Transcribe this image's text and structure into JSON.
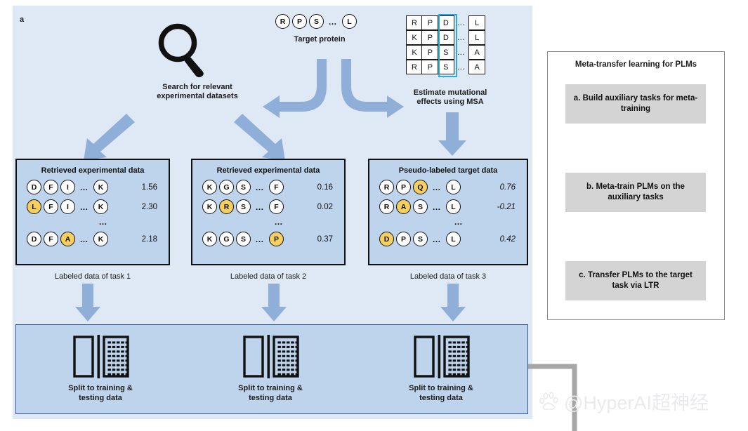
{
  "panel": {
    "letter": "a"
  },
  "search": {
    "icon": "magnifier-icon",
    "caption_line1": "Search for relevant",
    "caption_line2": "experimental datasets"
  },
  "target_protein": {
    "caption": "Target protein",
    "residues": [
      "R",
      "P",
      "S",
      "…",
      "L"
    ]
  },
  "msa": {
    "caption_line1": "Estimate mutational",
    "caption_line2": "effects using MSA",
    "highlight_color": "#29ABE2",
    "rows": [
      [
        "R",
        "P",
        "D",
        "…",
        "L"
      ],
      [
        "K",
        "P",
        "D",
        "…",
        "L"
      ],
      [
        "K",
        "P",
        "S",
        "…",
        "A"
      ],
      [
        "R",
        "P",
        "S",
        "…",
        "A"
      ]
    ],
    "highlight_column_index": 2
  },
  "tasks": [
    {
      "title": "Retrieved experimental data",
      "caption": "Labeled data of task 1",
      "italic_values": false,
      "rows": [
        {
          "residues": [
            "D",
            "F",
            "I",
            "…",
            "K"
          ],
          "highlight": -1,
          "value": "1.56"
        },
        {
          "residues": [
            "L",
            "F",
            "I",
            "…",
            "K"
          ],
          "highlight": 0,
          "value": "2.30"
        },
        {
          "residues": [
            "D",
            "F",
            "A",
            "…",
            "K"
          ],
          "highlight": 2,
          "value": "2.18"
        }
      ],
      "ellipsis": "…"
    },
    {
      "title": "Retrieved experimental data",
      "caption": "Labeled data of task 2",
      "italic_values": false,
      "rows": [
        {
          "residues": [
            "K",
            "G",
            "S",
            "…",
            "F"
          ],
          "highlight": -1,
          "value": "0.16"
        },
        {
          "residues": [
            "K",
            "R",
            "S",
            "…",
            "F"
          ],
          "highlight": 1,
          "value": "0.02"
        },
        {
          "residues": [
            "K",
            "G",
            "S",
            "…",
            "P"
          ],
          "highlight": 4,
          "value": "0.37"
        }
      ],
      "ellipsis": "…"
    },
    {
      "title": "Pseudo-labeled target data",
      "caption": "Labeled data of task 3",
      "italic_values": true,
      "rows": [
        {
          "residues": [
            "R",
            "P",
            "Q",
            "…",
            "L"
          ],
          "highlight": 2,
          "value": "0.76"
        },
        {
          "residues": [
            "R",
            "A",
            "S",
            "…",
            "L"
          ],
          "highlight": 1,
          "value": "-0.21"
        },
        {
          "residues": [
            "D",
            "P",
            "S",
            "…",
            "L"
          ],
          "highlight": 0,
          "value": "0.42"
        }
      ],
      "ellipsis": "…"
    }
  ],
  "split_section": {
    "cells": [
      {
        "caption_line1": "Split to training &",
        "caption_line2": "testing data"
      },
      {
        "caption_line1": "Split to training &",
        "caption_line2": "testing data"
      },
      {
        "caption_line1": "Split to training &",
        "caption_line2": "testing data"
      }
    ]
  },
  "right_panel": {
    "title": "Meta-transfer learning for PLMs",
    "steps": [
      {
        "label": "a. Build auxiliary tasks for meta-training"
      },
      {
        "label": "b. Meta-train PLMs on the auxiliary tasks"
      },
      {
        "label": "c. Transfer PLMs to the target task via LTR"
      }
    ]
  },
  "watermark": {
    "text": "@HyperAI超神经",
    "logo": "baidu-paw-icon"
  },
  "colors": {
    "panel_background": "#dfe8f5",
    "box_fill": "#bed3ec",
    "arrow_blue": "#8fafd8",
    "step_gray": "#d4d4d4",
    "arrow_gray": "#a6a6a6",
    "highlight_yellow": "#f7cf5e",
    "msa_highlight": "#29ABE2"
  }
}
